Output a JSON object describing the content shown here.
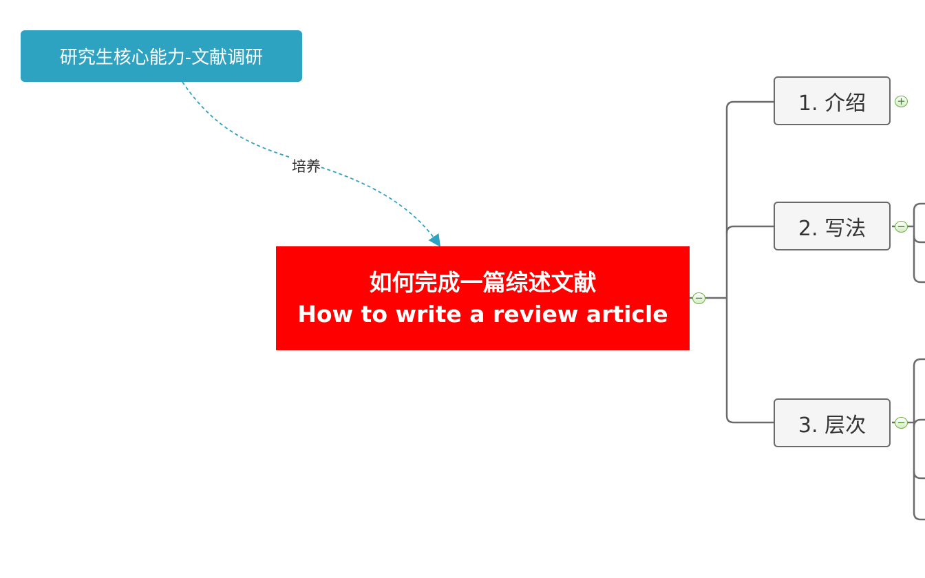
{
  "floating_topic": {
    "label": "研究生核心能力-文献调研"
  },
  "relationship": {
    "label": "培养",
    "color": "#2ea3c1"
  },
  "central_topic": {
    "line1": "如何完成一篇综述文献",
    "line2": "How to write a review article",
    "color": "#ff0000"
  },
  "topics": [
    {
      "label": "1. 介绍",
      "collapsed": true
    },
    {
      "label": "2. 写法",
      "collapsed": false
    },
    {
      "label": "3. 层次",
      "collapsed": false
    }
  ],
  "icons": {
    "expand": "plus-circle-icon",
    "collapse": "minus-circle-icon"
  }
}
